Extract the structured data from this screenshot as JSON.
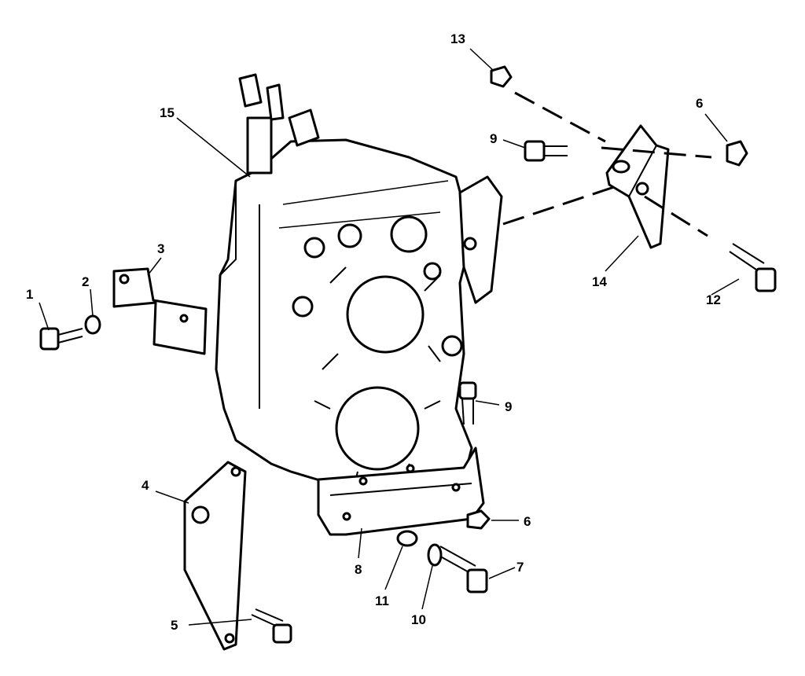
{
  "diagram": {
    "type": "exploded parts diagram",
    "callouts": [
      "1",
      "2",
      "3",
      "4",
      "5",
      "6",
      "7",
      "8",
      "9",
      "10",
      "11",
      "12",
      "13",
      "14",
      "15",
      "9",
      "6"
    ]
  }
}
